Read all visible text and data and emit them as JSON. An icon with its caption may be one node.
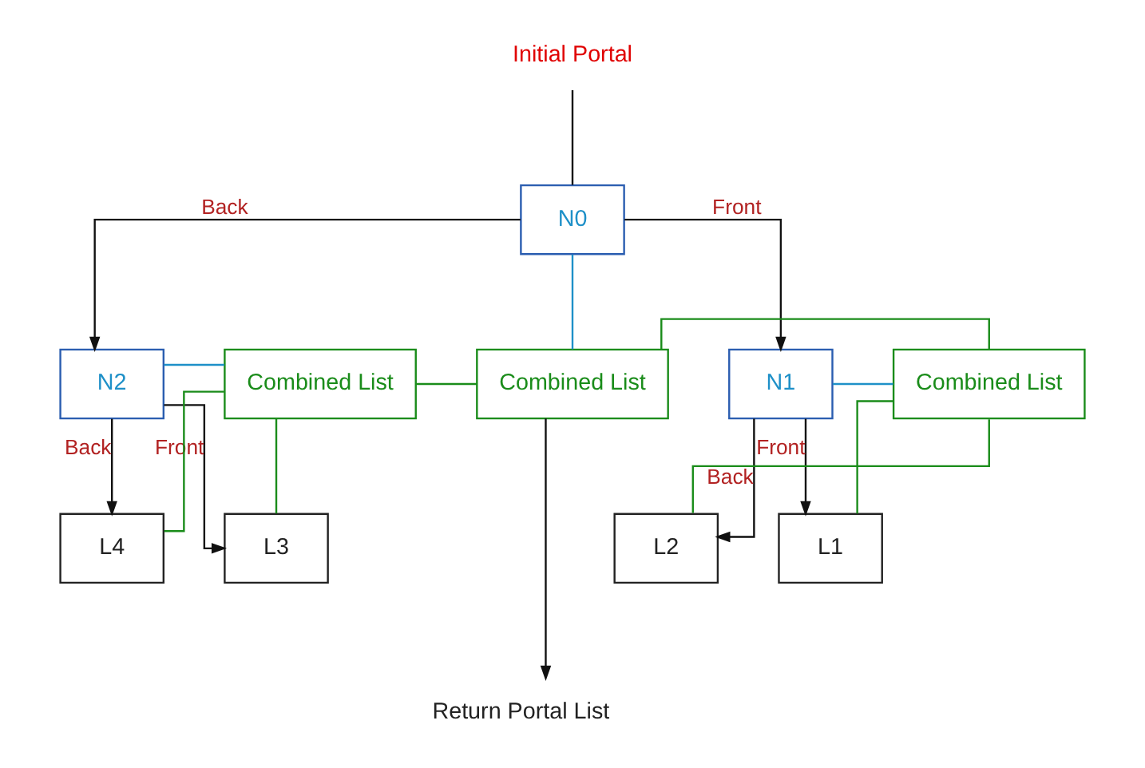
{
  "diagram": {
    "nodes": [
      {
        "text": [
          "Initial Portal"
        ]
      },
      {
        "text": [
          "N0"
        ]
      },
      {
        "text": [
          "Combined List"
        ]
      },
      {
        "text": [
          "N2"
        ]
      },
      {
        "text": [
          "Combined List"
        ]
      },
      {
        "text": [
          "N1"
        ]
      },
      {
        "text": [
          "Combined List"
        ]
      },
      {
        "text": [
          "L4"
        ]
      },
      {
        "text": [
          "L3"
        ]
      },
      {
        "text": [
          "L2"
        ]
      },
      {
        "text": [
          "L1"
        ]
      },
      {
        "text": [
          "Return Portal List"
        ]
      }
    ],
    "edges": [
      {
        "from": 0,
        "to": 1,
        "arrow": "none"
      },
      {
        "from": 1,
        "to": 3,
        "arrow": "to",
        "label": "Back"
      },
      {
        "from": 1,
        "to": 5,
        "arrow": "to",
        "label": "Front"
      },
      {
        "from": 1,
        "to": 2,
        "arrow": "none",
        "color": "#1e90c8"
      },
      {
        "from": 2,
        "to": 11,
        "arrow": "to"
      },
      {
        "from": 3,
        "to": 4,
        "arrow": "none",
        "color": "#1e90c8"
      },
      {
        "from": 5,
        "to": 6,
        "arrow": "none",
        "color": "#1e90c8"
      },
      {
        "from": 3,
        "to": 7,
        "arrow": "to",
        "label": "Back"
      },
      {
        "from": 3,
        "to": 8,
        "arrow": "to",
        "label": "Front"
      },
      {
        "from": 5,
        "to": 9,
        "arrow": "to",
        "label": "Back"
      },
      {
        "from": 5,
        "to": 10,
        "arrow": "to",
        "label": "Front"
      },
      {
        "from": 4,
        "to": 2,
        "arrow": "none",
        "color": "#1a8c1a"
      },
      {
        "from": 6,
        "to": 2,
        "arrow": "none",
        "color": "#1a8c1a"
      },
      {
        "from": 7,
        "to": 4,
        "arrow": "none",
        "color": "#1a8c1a"
      },
      {
        "from": 8,
        "to": 4,
        "arrow": "none",
        "color": "#1a8c1a"
      },
      {
        "from": 9,
        "to": 6,
        "arrow": "none",
        "color": "#1a8c1a"
      },
      {
        "from": 10,
        "to": 6,
        "arrow": "none",
        "color": "#1a8c1a"
      }
    ]
  }
}
